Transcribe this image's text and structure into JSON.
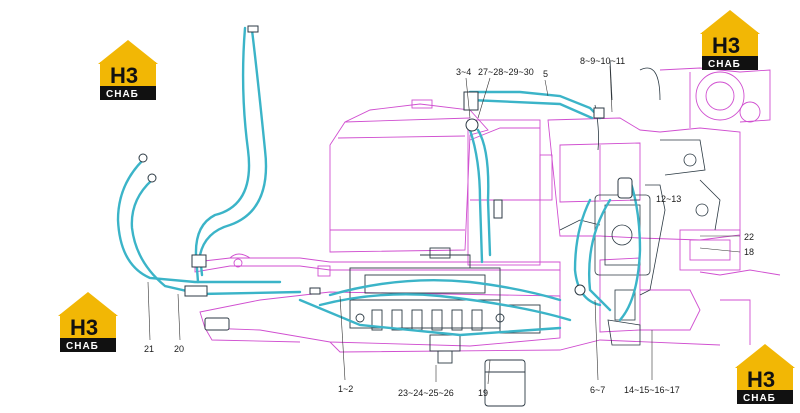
{
  "colors": {
    "background": "#ffffff",
    "frame": "#d04fd0",
    "hose_cyan": "#3bb4c8",
    "hose_dark": "#2c3a44",
    "leader": "#333333",
    "logo_gold": "#f2b705",
    "logo_dark": "#111111"
  },
  "logo": {
    "mark": "H3",
    "word": "CHAБ"
  },
  "callouts": [
    {
      "id": "c-3-4",
      "text": "3~4"
    },
    {
      "id": "c-27-30",
      "text": "27~28~29~30"
    },
    {
      "id": "c-5",
      "text": "5"
    },
    {
      "id": "c-8-11",
      "text": "8~9~10~11"
    },
    {
      "id": "c-12-13",
      "text": "12~13"
    },
    {
      "id": "c-22",
      "text": "22"
    },
    {
      "id": "c-18",
      "text": "18"
    },
    {
      "id": "c-21",
      "text": "21"
    },
    {
      "id": "c-20",
      "text": "20"
    },
    {
      "id": "c-1-2",
      "text": "1~2"
    },
    {
      "id": "c-23-26",
      "text": "23~24~25~26"
    },
    {
      "id": "c-19",
      "text": "19"
    },
    {
      "id": "c-6-7",
      "text": "6~7"
    },
    {
      "id": "c-14-17",
      "text": "14~15~16~17"
    }
  ]
}
